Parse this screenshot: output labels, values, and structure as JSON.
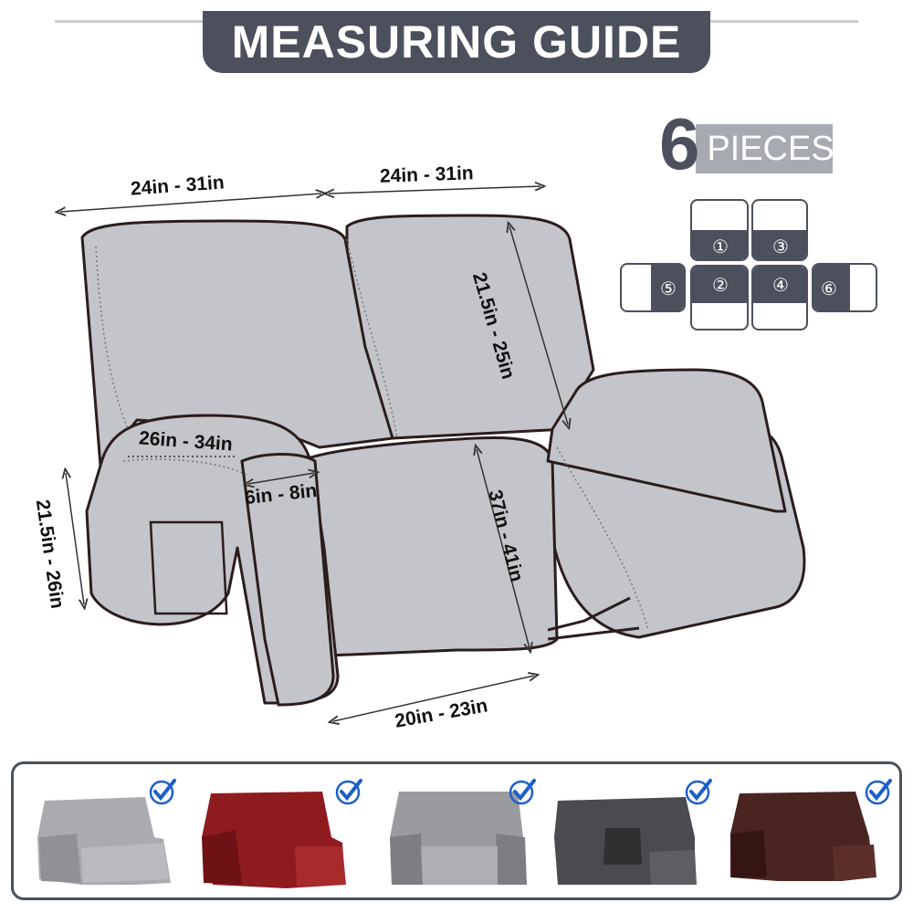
{
  "header": {
    "title": "MEASURING GUIDE"
  },
  "badge": {
    "count": "6",
    "label": "PIECES"
  },
  "pieces": [
    "①",
    "②",
    "③",
    "④",
    "⑤",
    "⑥"
  ],
  "dimensions": {
    "left_back_width": "24in - 31in",
    "right_back_width": "24in - 31in",
    "back_height": "21.5in - 25in",
    "arm_length": "26in - 34in",
    "arm_width": "6in - 8in",
    "arm_height": "21.5in - 26in",
    "seat_length": "37in - 41in",
    "seat_width": "20in - 23in"
  },
  "colors": {
    "banner": "#4b505c",
    "sofa_fill": "#c4c5ca",
    "outline": "#2a1d1d",
    "check": "#1d5fc9"
  },
  "gallery": [
    {
      "name": "light-grey-recliner",
      "color": "#a9abae"
    },
    {
      "name": "red-recliner",
      "color": "#8e1c1f"
    },
    {
      "name": "grey-recliner",
      "color": "#9a9b9e"
    },
    {
      "name": "charcoal-console-recliner",
      "color": "#4a4b4e"
    },
    {
      "name": "brown-recliner",
      "color": "#4a2420"
    }
  ]
}
